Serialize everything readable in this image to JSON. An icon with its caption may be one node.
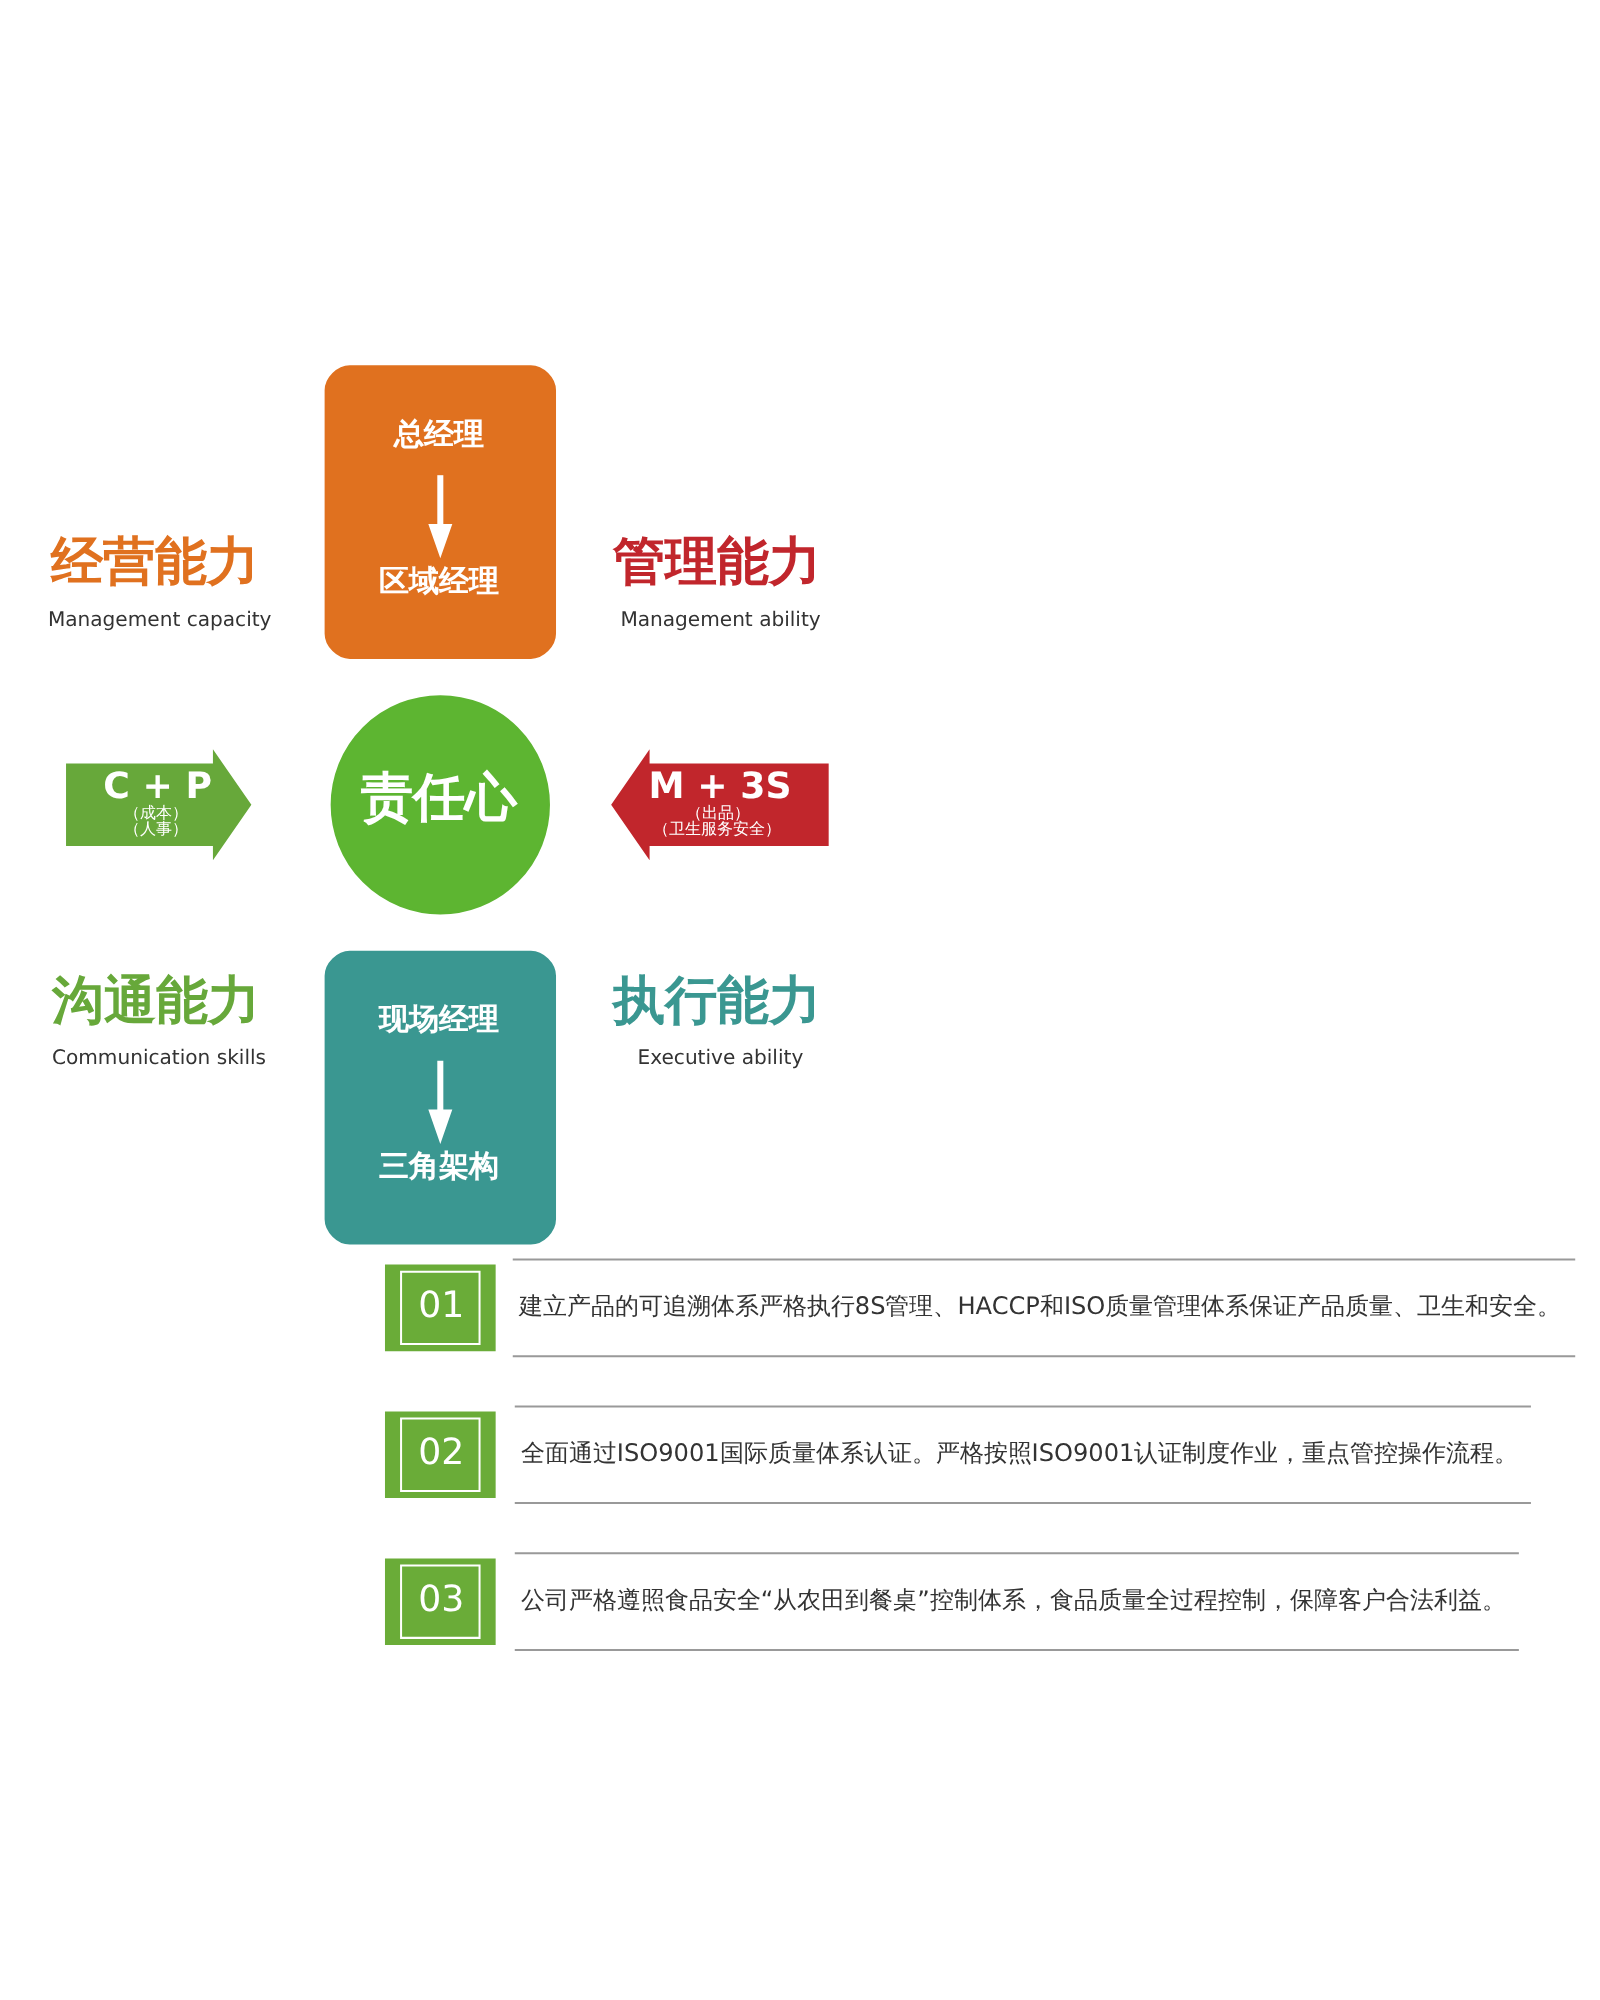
{
  "diagram": {
    "nodes": [
      {
        "text": [],
        "shape": "arrow",
        "beside": [
          "经营能力",
          "Management capacity"
        ]
      },
      {
        "text": [
          "总经理"
        ],
        "in": 0
      },
      {
        "text": [
          "区域经理"
        ],
        "in": 0
      },
      {
        "text": [
          "C + P",
          "（成本）",
          "（人事）"
        ],
        "beside": [
          "沟通能力",
          "Communication skills"
        ]
      },
      {
        "text": [
          "责任心"
        ]
      },
      {
        "text": [
          "M + 3S",
          "（出品）",
          "（卫生服务安全）"
        ],
        "beside": [
          "管理能力",
          "Management ability"
        ]
      },
      {
        "text": [],
        "shape": "arrow",
        "beside": [
          "执行能力",
          "Executive ability"
        ]
      },
      {
        "text": [
          "现场经理"
        ],
        "in": 6
      },
      {
        "text": [
          "三角架构"
        ],
        "in": 6
      },
      {
        "text": [
          "01"
        ],
        "beside": [
          "建立产品的可追溯体系严格执行8S管理、HACCP和ISO质量管理体系保证产品质量、卫生和安全。"
        ]
      },
      {
        "text": [
          "02"
        ],
        "beside": [
          "全面通过ISO9001国际质量体系认证。严格按照ISO9001认证制度作业，重点管控操作流程。"
        ]
      },
      {
        "text": [
          "03"
        ],
        "beside": [
          "公司严格遵照食品安全“从农田到餐桌”控制体系，食品质量全过程控制，保障客户合法利益。"
        ]
      }
    ],
    "edges": [
      {
        "from": 1,
        "to": 2,
        "arrow": "to"
      },
      {
        "from": 7,
        "to": 8,
        "arrow": "to"
      }
    ]
  }
}
